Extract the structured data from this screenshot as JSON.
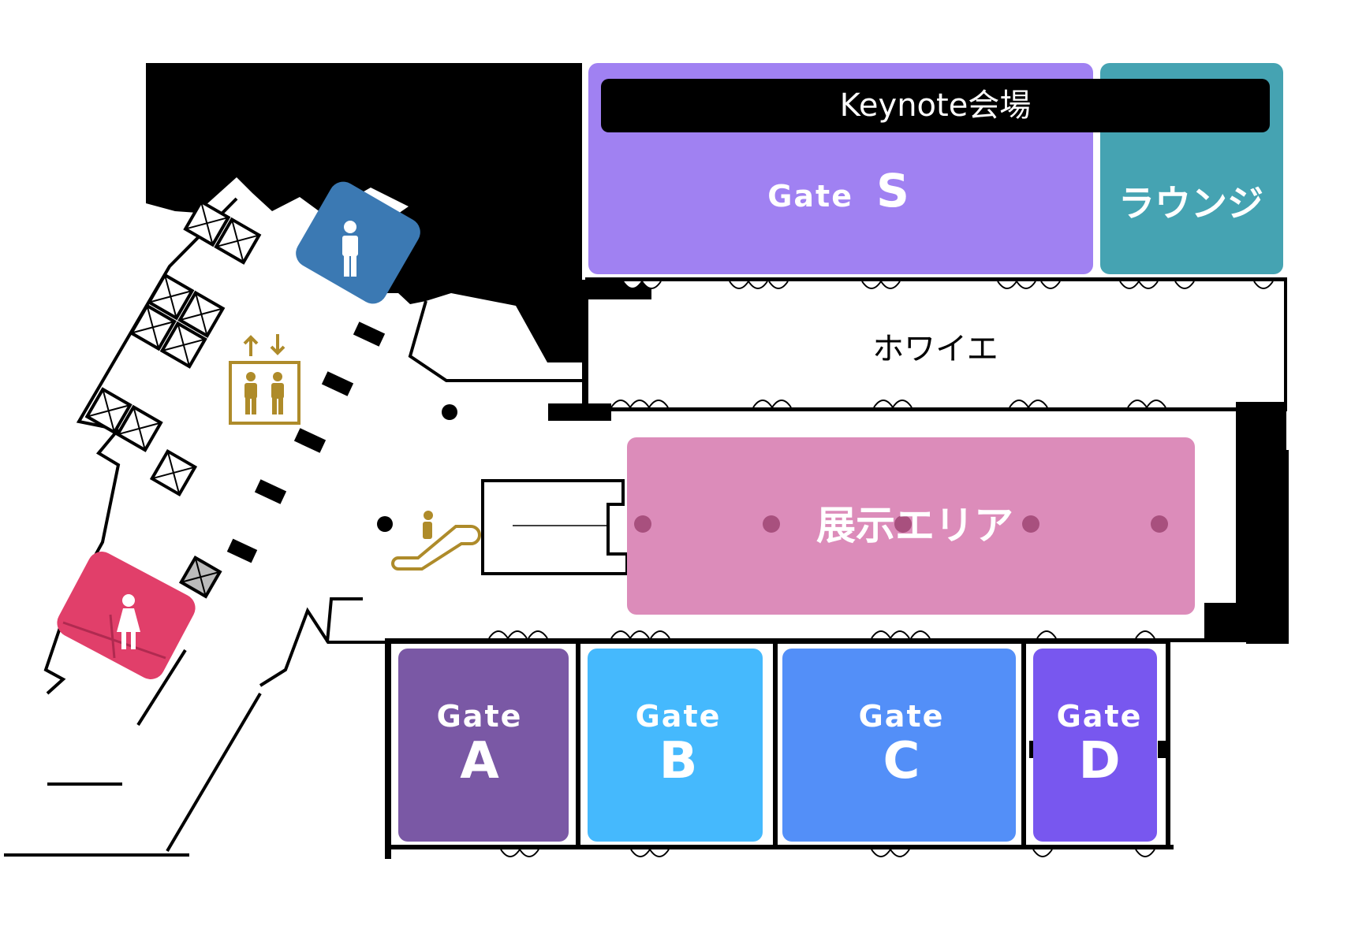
{
  "colors": {
    "wall": "#000000",
    "gate_s": "#a081f2",
    "lounge": "#45a3b2",
    "exhibit": "#dc8cba",
    "exhibit_dot": "#a8507e",
    "gate_a": "#7a58a5",
    "gate_b": "#45b9fd",
    "gate_c": "#538ff8",
    "gate_d": "#7857ef",
    "mens_restroom": "#3b79b3",
    "womens_restroom": "#e13f6a",
    "elevator_icon": "#ae8b2a",
    "escalator_icon": "#ae8b2a",
    "room_label": "#ffffff",
    "foyer_label": "#000000"
  },
  "map": {
    "keynote_banner": "Keynote会場",
    "gate_s": {
      "word": "Gate",
      "letter": "S"
    },
    "lounge": "ラウンジ",
    "foyer": "ホワイエ",
    "exhibit_area": "展示エリア",
    "gates": [
      {
        "word": "Gate",
        "letter": "A"
      },
      {
        "word": "Gate",
        "letter": "B"
      },
      {
        "word": "Gate",
        "letter": "C"
      },
      {
        "word": "Gate",
        "letter": "D"
      }
    ]
  },
  "icons": {
    "mens_restroom": "man-icon",
    "womens_restroom": "woman-icon",
    "elevator": "elevator-icon",
    "escalator": "escalator-icon"
  }
}
